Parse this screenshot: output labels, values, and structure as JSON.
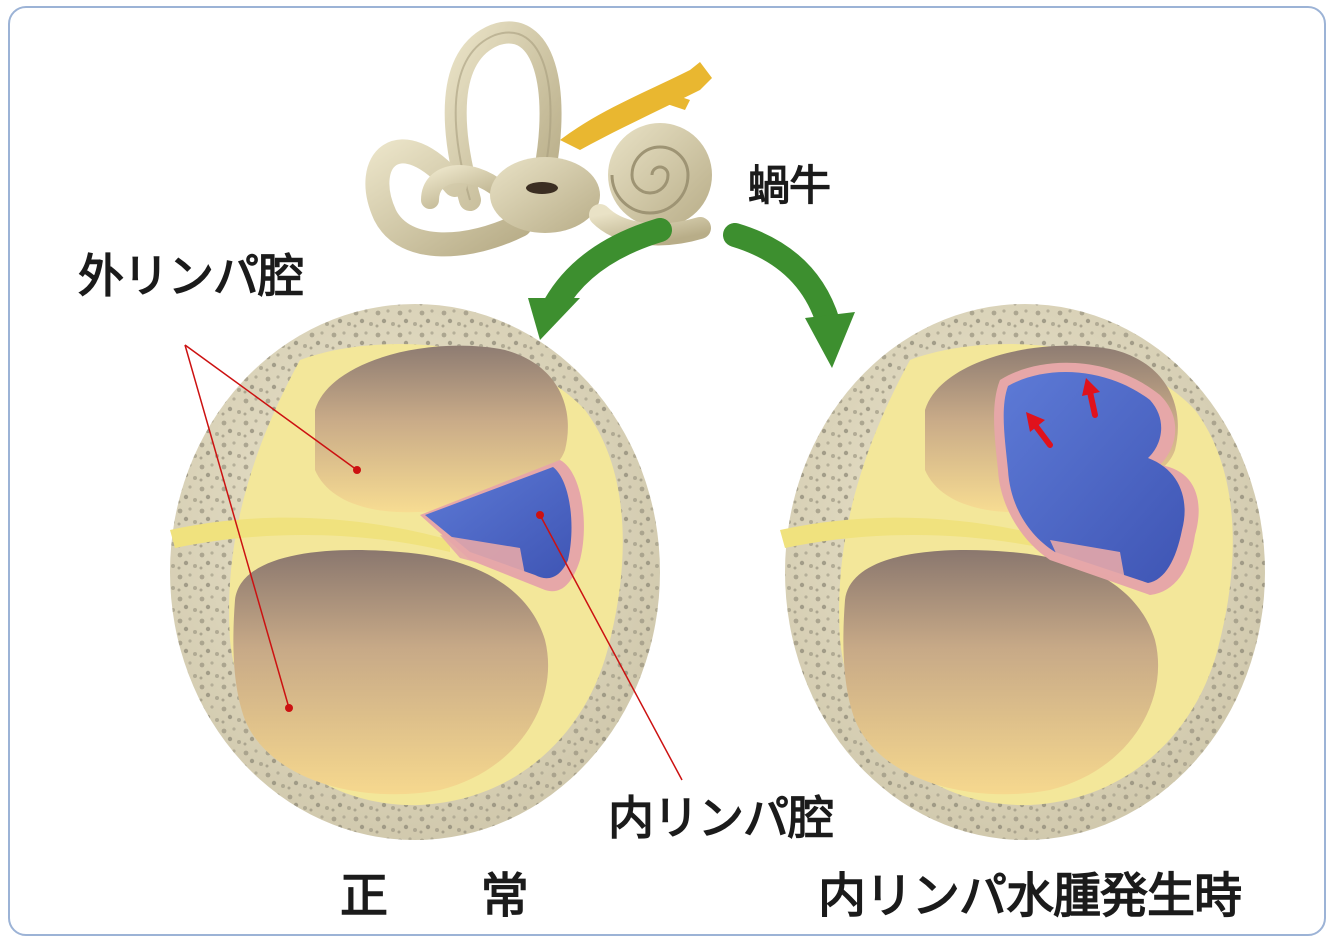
{
  "labels": {
    "cochlea": "蝸牛",
    "perilymphatic_space": "外リンパ腔",
    "endolymphatic_space": "内リンパ腔"
  },
  "captions": {
    "normal": "正 常",
    "hydrops": "内リンパ水腫発生時"
  },
  "colors": {
    "frame_border": "#9cb3d6",
    "bone": "#ddd6bc",
    "bone_speckle": "#9c9682",
    "perilymph_fluid": "#f3d48c",
    "endolymph_fluid": "#4f67c4",
    "membrane_pink": "#e6a7a8",
    "nerve_yellow": "#f3e79a",
    "arrow_green": "#3d8f2f",
    "leader_red": "#cc1111",
    "pressure_arrow_red": "#e0121c"
  },
  "icons": {
    "inner_ear": "inner-ear-labyrinth-icon",
    "arrow_left": "curved-green-arrow-icon",
    "arrow_right": "curved-green-arrow-icon"
  }
}
